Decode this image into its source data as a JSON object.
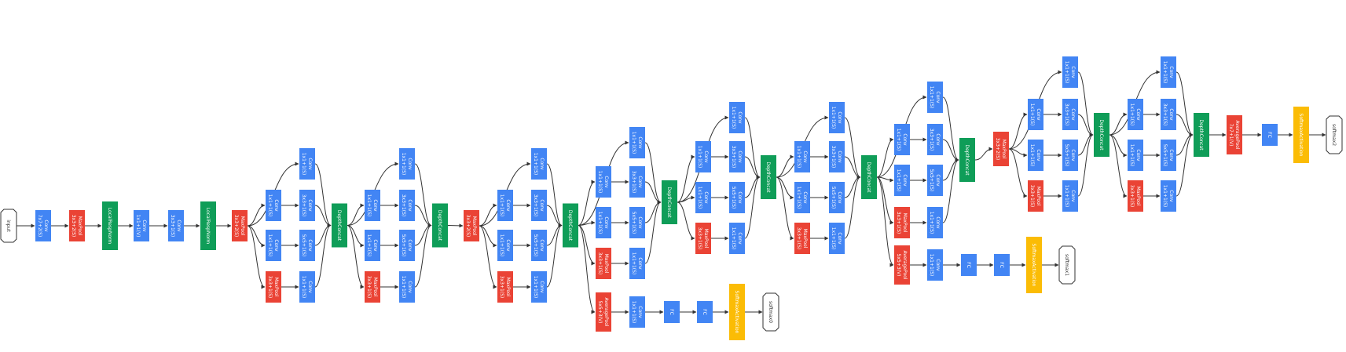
{
  "diagram": {
    "colors": {
      "conv": "#4285f4",
      "pool": "#ea4335",
      "concat": "#0f9d58",
      "norm": "#0f9d58",
      "softmax_act": "#fbbc05",
      "edge": "#333333",
      "terminal_stroke": "#333333"
    },
    "text": {
      "input": "input",
      "conv": "Conv",
      "maxpool": "MaxPool",
      "avgpool": "AveragePool",
      "fc": "FC",
      "concat": "DepthConcat",
      "lrn": "LocalRespNorm",
      "softmax_act": "SoftmaxActivation",
      "softmax0": "softmax0",
      "softmax1": "softmax1",
      "softmax2": "softmax2",
      "k_7x7_2s": "7x7+2(S)",
      "k_3x3_2s": "3x3+2(S)",
      "k_3x3_1s": "3x3+1(S)",
      "k_1x1_1s": "1x1+1(S)",
      "k_1x1_1v": "1x1+1(V)",
      "k_5x5_1s": "5x5+1(S)",
      "k_5x5_3v": "5x5+3(V)",
      "k_7x7_1v": "7x7+1(V)"
    }
  }
}
